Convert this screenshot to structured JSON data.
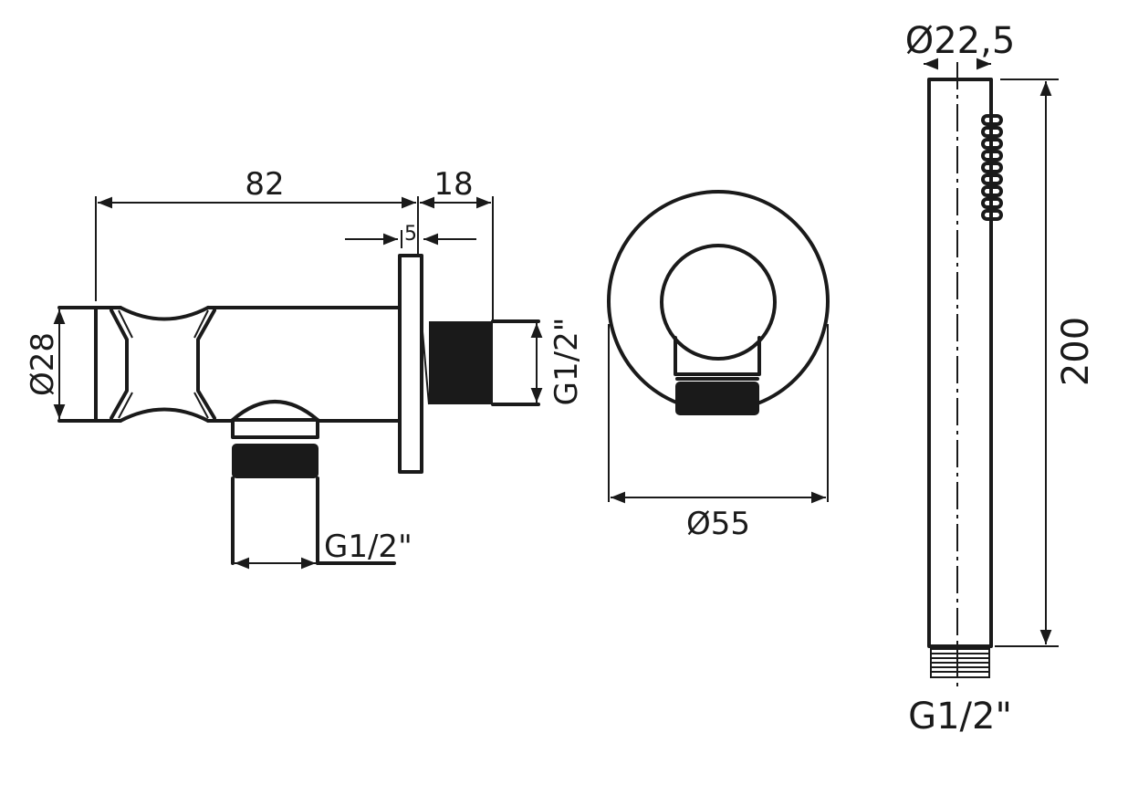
{
  "colors": {
    "line": "#1a1a1a",
    "background": "#ffffff"
  },
  "side_view": {
    "length_label": "82",
    "flange_offset_label": "18",
    "flange_thickness_label": "5",
    "diameter_label": "Ø28",
    "rear_thread_label": "G1/2\"",
    "outlet_thread_label": "G1/2\""
  },
  "front_view": {
    "flange_diameter_label": "Ø55"
  },
  "arm_view": {
    "diameter_label": "Ø22,5",
    "length_label": "200",
    "thread_label": "G1/2\""
  }
}
